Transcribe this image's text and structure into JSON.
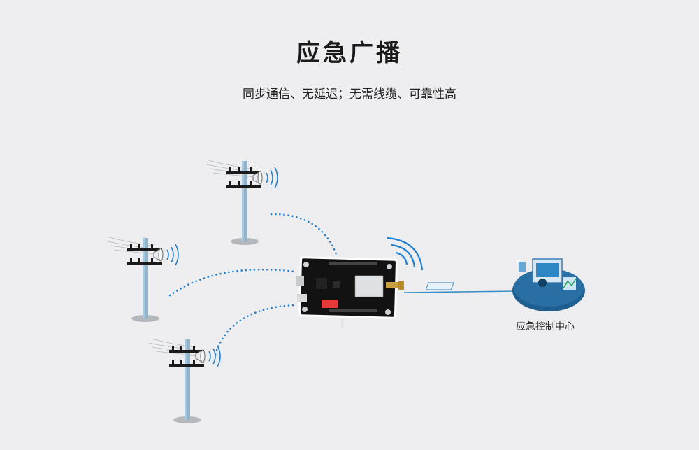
{
  "title": "应急广播",
  "subtitle": "同步通信、无延迟；无需线缆、可靠性高",
  "control_center": {
    "label": "应急控制中心"
  },
  "colors": {
    "background": "#eeeef0",
    "dotted_link": "#1f7fd0",
    "board": "#111111",
    "pole": "#8fb4cc",
    "center_platform": "#1f5f8f",
    "solid_link": "#3a8fc7"
  },
  "icons": [
    "utility-pole-icon",
    "loudspeaker-icon",
    "sound-wave-icon",
    "wireless-signal-icon",
    "control-center-icon"
  ]
}
